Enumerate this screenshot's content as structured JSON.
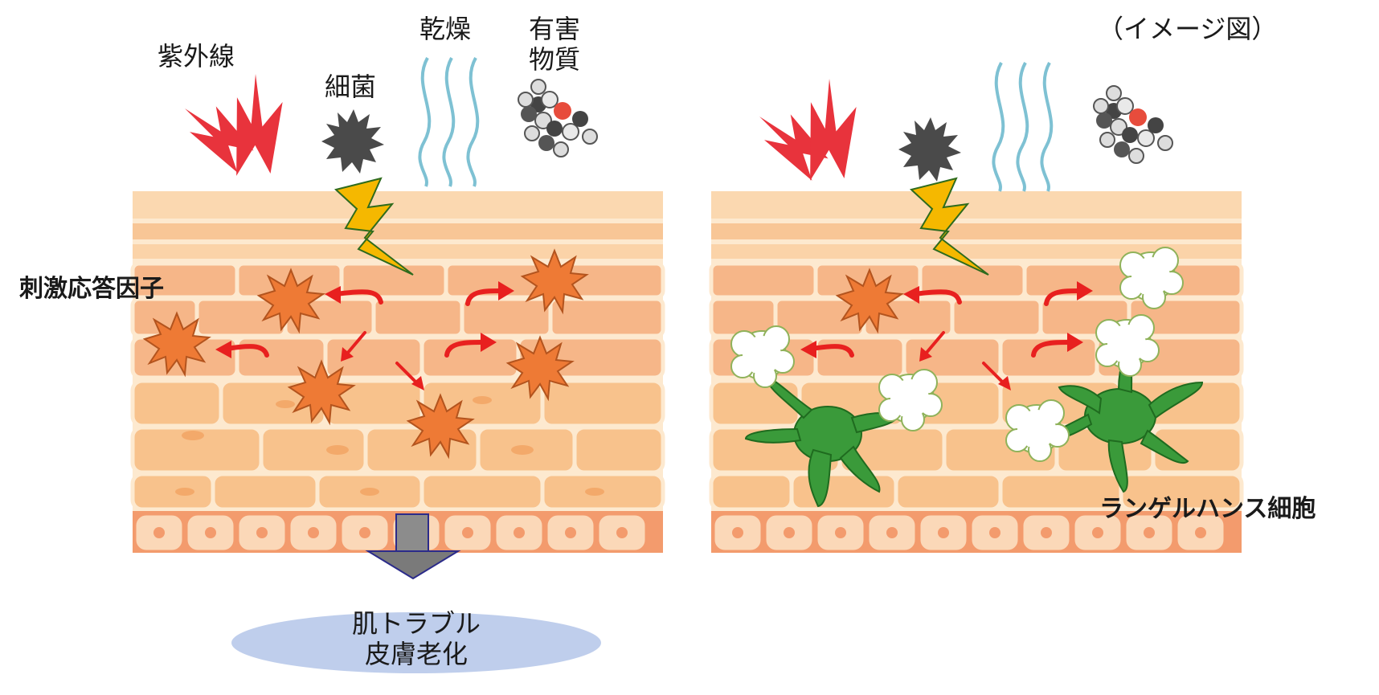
{
  "note": "（イメージ図）",
  "stressors": {
    "uv": "紫外線",
    "bacteria": "細菌",
    "dryness": "乾燥",
    "harmful_line1": "有害",
    "harmful_line2": "物質"
  },
  "left_label": "刺激応答因子",
  "right_label": "ランゲルハンス細胞",
  "outcome": {
    "line1": "肌トラブル",
    "line2": "皮膚老化"
  },
  "colors": {
    "lightning_red": "#e8333c",
    "lightning_yellow": "#f5b800",
    "bacteria": "#4a4a4a",
    "wave": "#7ec1d3",
    "skin_surface": "#fbd8b0",
    "cell_upper": "#f6b688",
    "cell_mid": "#f8c28c",
    "cell_base": "#f39b6d",
    "burst": "#ee7a35",
    "arrow": "#e8201f",
    "langerhans": "#3a9a3a",
    "outcome_glow": "#a9bde6"
  }
}
